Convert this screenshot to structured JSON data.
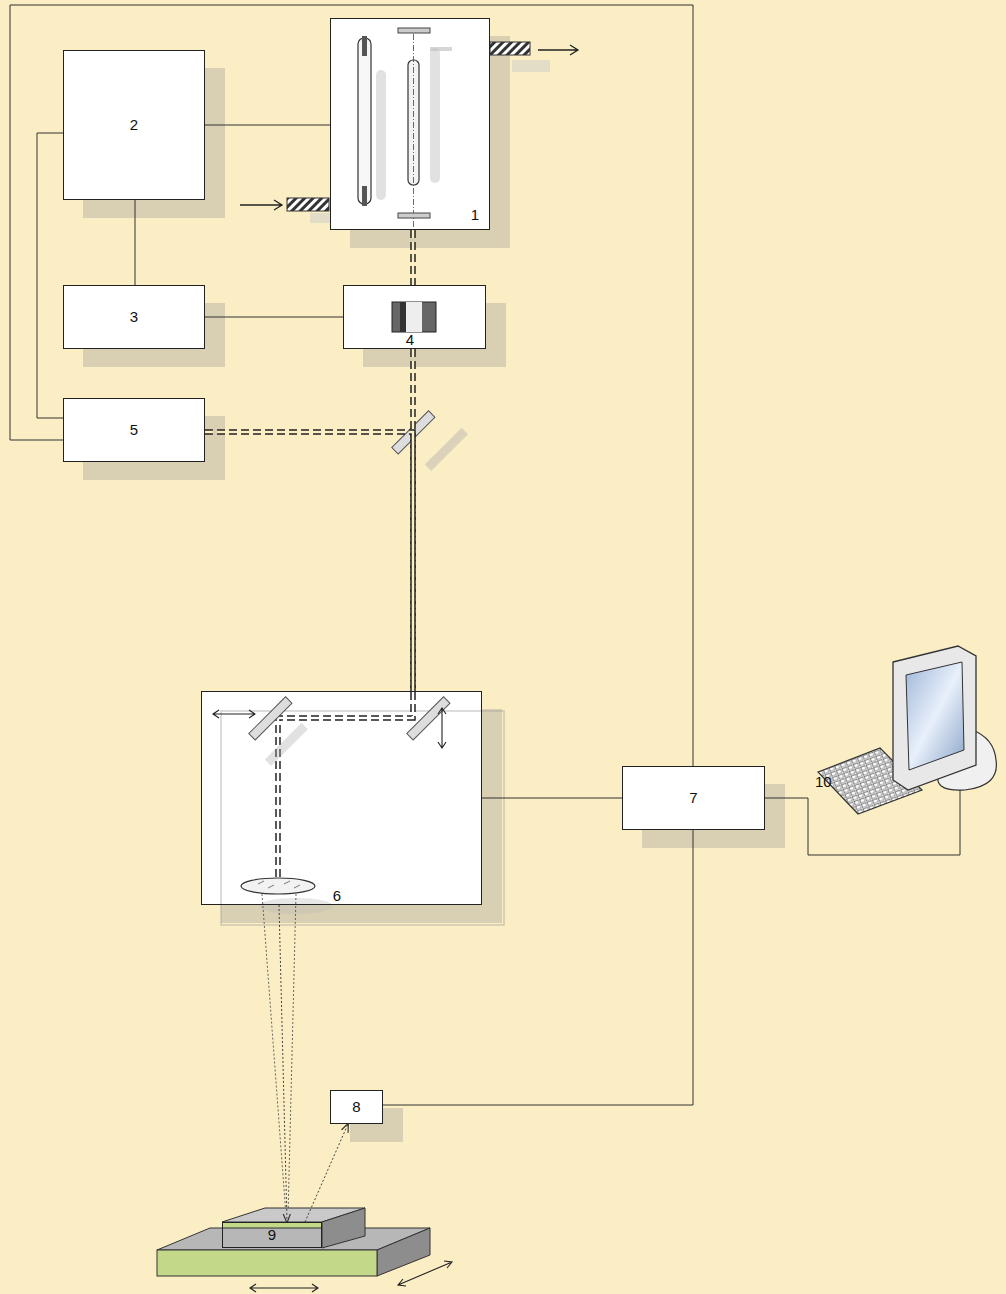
{
  "diagram": {
    "nodes": [
      {
        "text": [
          "1"
        ]
      },
      {
        "text": [
          "2"
        ]
      },
      {
        "text": [
          "3"
        ]
      },
      {
        "text": [
          "4"
        ]
      },
      {
        "text": [
          "5"
        ]
      },
      {
        "text": [
          "6"
        ]
      },
      {
        "text": [
          "7"
        ]
      },
      {
        "text": [
          "10"
        ]
      },
      {
        "text": [
          "8"
        ]
      },
      {
        "text": [
          "9"
        ]
      }
    ],
    "edges": [
      {
        "from": 1,
        "to": 0,
        "arrow": "none"
      },
      {
        "from": 1,
        "to": 2,
        "arrow": "none"
      },
      {
        "from": 1,
        "to": 4,
        "arrow": "none"
      },
      {
        "from": 2,
        "to": 3,
        "arrow": "none"
      },
      {
        "from": 4,
        "to": 6,
        "arrow": "none"
      },
      {
        "from": 5,
        "to": 6,
        "arrow": "none"
      },
      {
        "from": 6,
        "to": 7,
        "arrow": "none"
      },
      {
        "from": 6,
        "to": 8,
        "arrow": "none"
      },
      {
        "from": 0,
        "to": 3,
        "arrow": "none"
      },
      {
        "from": 3,
        "to": 5,
        "arrow": "none"
      },
      {
        "from": 4,
        "to": 5,
        "arrow": "none"
      },
      {
        "from": 5,
        "to": 9,
        "arrow": "to"
      },
      {
        "from": 9,
        "to": 8,
        "arrow": "to"
      }
    ]
  }
}
